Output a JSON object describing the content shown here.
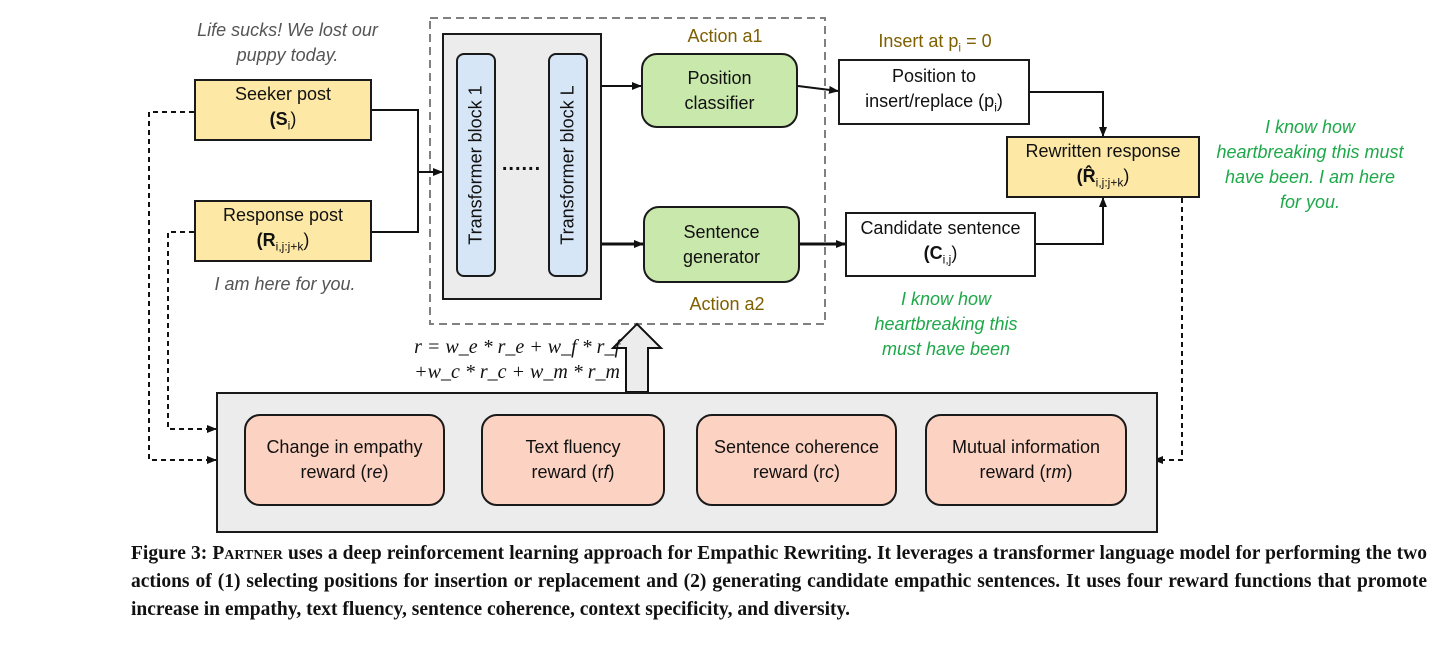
{
  "seeker_example": "Life sucks! We lost our puppy today.",
  "seeker_post": {
    "label": "Seeker post",
    "sym": "(S",
    "sub": "i",
    "close": ")"
  },
  "response_post": {
    "label": "Response post",
    "sym": "(R",
    "sub": "i,j:j+k",
    "close": ")"
  },
  "response_example": "I am here for you.",
  "transformer_block_1": "Transformer block 1",
  "transformer_dots": "......",
  "transformer_block_L": "Transformer block L",
  "action_a1": "Action a1",
  "action_a2": "Action a2",
  "position_classifier": {
    "line1": "Position",
    "line2": "classifier"
  },
  "sentence_generator": {
    "line1": "Sentence",
    "line2": "generator"
  },
  "insert_label": {
    "text": "Insert at p",
    "sub": "i",
    "rest": " = 0"
  },
  "position_box": {
    "line1": "Position to",
    "line2": "insert/replace (p",
    "sub": "i",
    "close": ")"
  },
  "candidate_box": {
    "line1": "Candidate sentence",
    "sym": "(C",
    "sub": "i,j",
    "close": ")"
  },
  "candidate_example": "I know how heartbreaking this must have been",
  "rewritten_box": {
    "line1": "Rewritten response",
    "sym": "(R̂",
    "sub": "i,j:j+k",
    "close": ")"
  },
  "rewritten_example": "I know how heartbreaking this must have been. I am here for you.",
  "reward_formula": {
    "line1": "r = w_e * r_e + w_f * r_f",
    "line2": "+w_c * r_c + w_m * r_m"
  },
  "rewards": [
    {
      "line1": "Change in empathy",
      "line2": "reward (r",
      "sub": "e",
      "close": ")"
    },
    {
      "line1": "Text fluency",
      "line2": "reward (r",
      "sub": "f",
      "close": ")"
    },
    {
      "line1": "Sentence coherence",
      "line2": "reward (r",
      "sub": "c",
      "close": ")"
    },
    {
      "line1": "Mutual information",
      "line2": "reward (r",
      "sub": "m",
      "close": ")"
    }
  ],
  "caption": {
    "prefix": "Figure 3: ",
    "name": "Partner",
    "text": " uses a deep reinforcement learning approach for Empathic Rewriting. It leverages a transformer language model for performing the two actions of (1) selecting positions for insertion or replacement and (2) generating candidate empathic sentences. It uses four reward functions that promote increase in empathy, text fluency, sentence coherence, context specificity, and diversity."
  },
  "colors": {
    "yellow_box": "#fde9a5",
    "green_box": "#c9e8ac",
    "blue_block": "#d7e6f7",
    "salmon_box": "#fcd3c2",
    "panel_gray": "#ececec",
    "example_green": "#1fa84a",
    "action_gold": "#7f6000"
  }
}
